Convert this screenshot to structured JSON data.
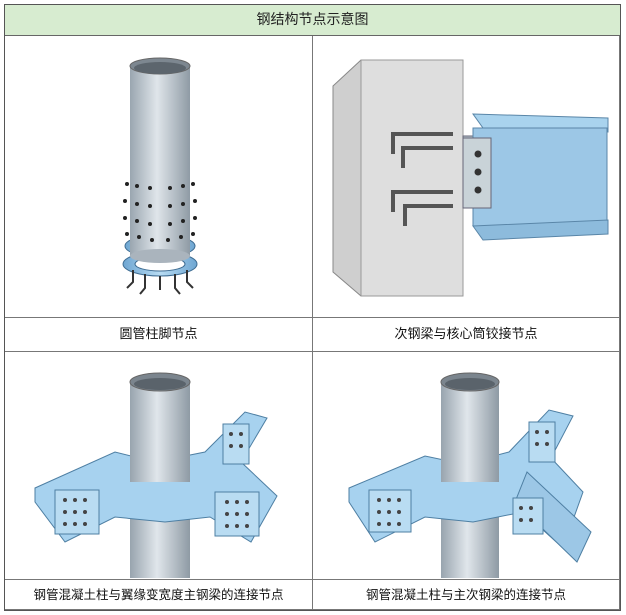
{
  "table": {
    "title": "钢结构节点示意图",
    "captions": [
      "圆管柱脚节点",
      "次钢梁与核心筒铰接节点",
      "钢管混凝土柱与翼缘变宽度主钢梁的连接节点",
      "钢管混凝土柱与主次钢梁的连接节点"
    ]
  },
  "colors": {
    "header_bg": "#d7ecd0",
    "steel_blue": "#9cc7e6",
    "tube_gray": "#c3ccd3",
    "concrete_gray": "#d8d8d8"
  }
}
